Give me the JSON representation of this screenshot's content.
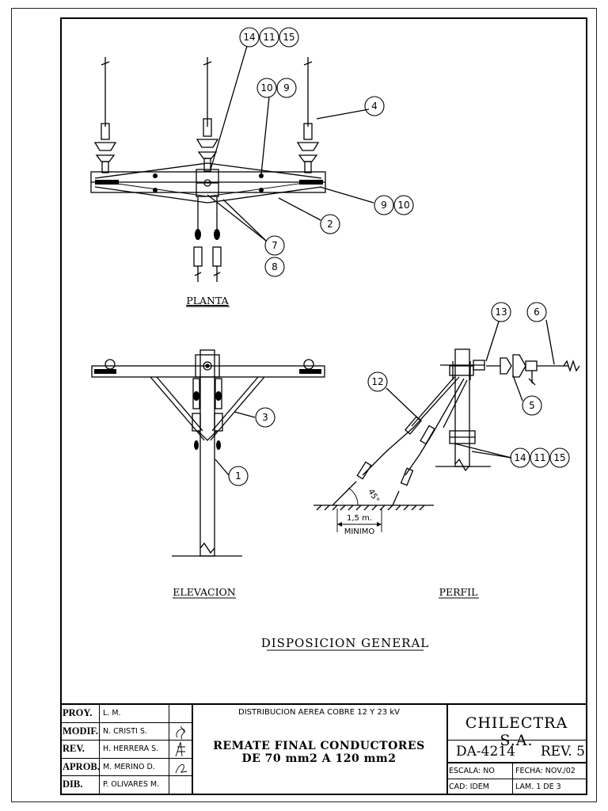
{
  "drawing": {
    "title": "DISPOSICION GENERAL",
    "views": {
      "planta": "PLANTA",
      "elevacion": "ELEVACION",
      "perfil": "PERFIL"
    },
    "dimension_value": "1,5 m.",
    "dimension_note": "MINIMO",
    "angle": "45°",
    "balloons": {
      "b1": "1",
      "b2": "2",
      "b3": "3",
      "b4": "4",
      "b5": "5",
      "b6": "6",
      "b7": "7",
      "b8": "8",
      "b9": "9",
      "b10": "10",
      "b11": "11",
      "b12": "12",
      "b13": "13",
      "b14": "14",
      "b15": "15"
    }
  },
  "title_block": {
    "roles": [
      {
        "role": "PROY.",
        "name": "L. M."
      },
      {
        "role": "MODIF.",
        "name": "N. CRISTI S."
      },
      {
        "role": "REV.",
        "name": "H. HERRERA S."
      },
      {
        "role": "APROB.",
        "name": "M. MERINO D."
      },
      {
        "role": "DIB.",
        "name": "P. OLIVARES M."
      }
    ],
    "subtitle": "DISTRIBUCION AEREA COBRE 12 Y 23 kV",
    "title_line1": "REMATE FINAL CONDUCTORES",
    "title_line2": "DE 70 mm2 A 120 mm2",
    "company": "CHILECTRA S.A.",
    "doc_number": "DA-4214",
    "revision": "REV. 5",
    "escala": "ESCALA:  NO",
    "fecha": "FECHA: NOV./02",
    "cad": "CAD: IDEM",
    "lamina": "LAM. 1 DE 3"
  }
}
